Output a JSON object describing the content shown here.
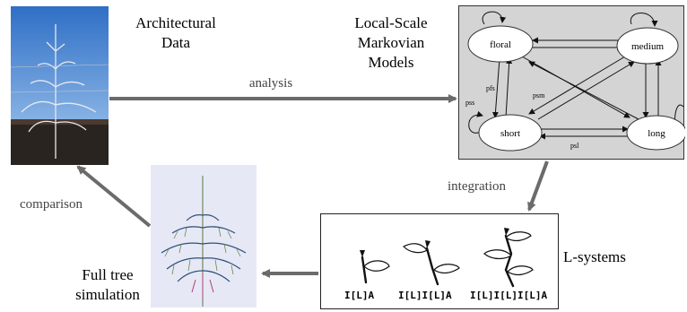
{
  "nodes": {
    "architectural_data": [
      "Architectural",
      "Data"
    ],
    "markov_models": [
      "Local-Scale",
      "Markovian",
      "Models"
    ],
    "l_systems": "L-systems",
    "full_tree_simulation": [
      "Full tree",
      "simulation"
    ]
  },
  "edges": {
    "analysis": "analysis",
    "integration": "integration",
    "comparison": "comparison"
  },
  "markov_states": {
    "floral": "floral",
    "medium": "medium",
    "short": "short",
    "long": "long"
  },
  "transition_labels": {
    "pfs": "pfs",
    "pss": "pss",
    "psm": "psm",
    "psl": "psl"
  },
  "l_system_formulas": [
    "I[L]A",
    "I[L]I[L]A",
    "I[L]I[L]I[L]A"
  ],
  "colors": {
    "arrow": "#6b6b6b",
    "panel_gray": "#d4d4d4",
    "sky": "#3a78c8"
  }
}
